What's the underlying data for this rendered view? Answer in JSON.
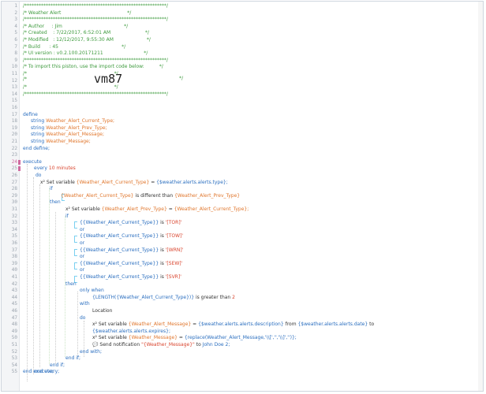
{
  "colors": {
    "comment": "#3d9a3d",
    "keyword": "#2a6ebf",
    "variable": "#e0762c",
    "string": "#d9442d",
    "plain": "#333333",
    "highlight_line_number": "#d06aa0"
  },
  "editor": {
    "line_numbers": [
      "1",
      "2",
      "3",
      "4",
      "5",
      "6",
      "7",
      "8",
      "9",
      "10",
      "11",
      "12",
      "13",
      "14",
      "15",
      "16",
      "17",
      "18",
      "19",
      "20",
      "21",
      "22",
      "23",
      "24",
      "25",
      "26",
      "27",
      "28",
      "29",
      "30",
      "31",
      "32",
      "33",
      "34",
      "35",
      "36",
      "37",
      "38",
      "39",
      "40",
      "41",
      "42",
      "43",
      "44",
      "45",
      "46",
      "47",
      "48",
      "49",
      "50",
      "51",
      "52",
      "53",
      "54",
      "55"
    ],
    "highlighted_line": "24",
    "header": {
      "border": "/************************************************************/",
      "title": "/* Weather Alert                                            */",
      "author": "/* Author     : Jim                                         */",
      "created": "/* Created    : 7/22/2017, 6:52:01 AM                       */",
      "modified": "/* Modified   : 12/12/2017, 9:55:30 AM                      */",
      "build": "/* Build      : 45                                          */",
      "ui_version": "/* UI version : v0.2.100.20171211                           */",
      "import_note": "/* To import this piston, use the import code below:          */",
      "blank_comment": "/*                                                          */",
      "import_prefix": "/*",
      "import_code": "vm87",
      "import_suffix": "*/"
    },
    "define": {
      "keyword": "define",
      "type": "string",
      "vars": [
        "Weather_Alert_Current_Type;",
        "Weather_Alert_Prev_Type;",
        "Weather_Alert_Message;",
        "Weather_Message;"
      ],
      "end": "end define;"
    },
    "execute": {
      "keyword": "execute",
      "every": "every",
      "every_value": "10 minutes",
      "do": "do",
      "set1_prefix": "Set variable",
      "set1_var": "{Weather_Alert_Current_Type}",
      "set1_eq": "=",
      "set1_expr": "{$weather.alerts.alerts.type};",
      "if": "if",
      "cond_left": "{Weather_Alert_Current_Type}",
      "cond_op": "is different than",
      "cond_right": "{Weather_Alert_Prev_Type}",
      "then": "then",
      "set2_prefix": "Set variable",
      "set2_var": "{Weather_Alert_Prev_Type}",
      "set2_eq": "=",
      "set2_expr": "{Weather_Alert_Current_Type};",
      "if2": "if",
      "checks": [
        {
          "expr": "{{Weather_Alert_Current_Type}}",
          "op": "is",
          "val": "'[TOR]'"
        },
        {
          "expr": "{{Weather_Alert_Current_Type}}",
          "op": "is",
          "val": "'[TOW]'"
        },
        {
          "expr": "{{Weather_Alert_Current_Type}}",
          "op": "is",
          "val": "'[WRN]'"
        },
        {
          "expr": "{{Weather_Alert_Current_Type}}",
          "op": "is",
          "val": "'[SEW]'"
        },
        {
          "expr": "{{Weather_Alert_Current_Type}}",
          "op": "is",
          "val": "'[SVR]'"
        }
      ],
      "or": "or",
      "then2": "then",
      "only_when": "only when",
      "length_expr": "{LENGTH({Weather_Alert_Current_Type})}",
      "greater": "is greater than",
      "greater_val": "2",
      "with": "with",
      "location": "Location",
      "do2": "do",
      "set3_prefix": "Set variable",
      "set3_var": "{Weather_Alert_Message}",
      "set3_eq": "=",
      "set3_expr_a": "{$weather.alerts.alerts.description}",
      "set3_from": "from",
      "set3_expr_b": "{$weather.alerts.alerts.date}",
      "set3_to": "to",
      "set3_expr_c": "{$weather.alerts.alerts.expires};",
      "set4_prefix": "Set variable",
      "set4_var": "{Weather_Message}",
      "set4_eq": "=",
      "set4_expr": "{replace(Weather_Alert_Message,'\\\\[','','\\\\]','')};",
      "notify_prefix": "Send notification",
      "notify_msg": "\"{Weather_Message}\"",
      "notify_to": "to",
      "notify_who": "John Doe 2;",
      "end_with": "end with;",
      "end_if": "end if;",
      "end_if2": "end if;",
      "end_every": "end every;",
      "end_execute": "end execute;"
    }
  }
}
